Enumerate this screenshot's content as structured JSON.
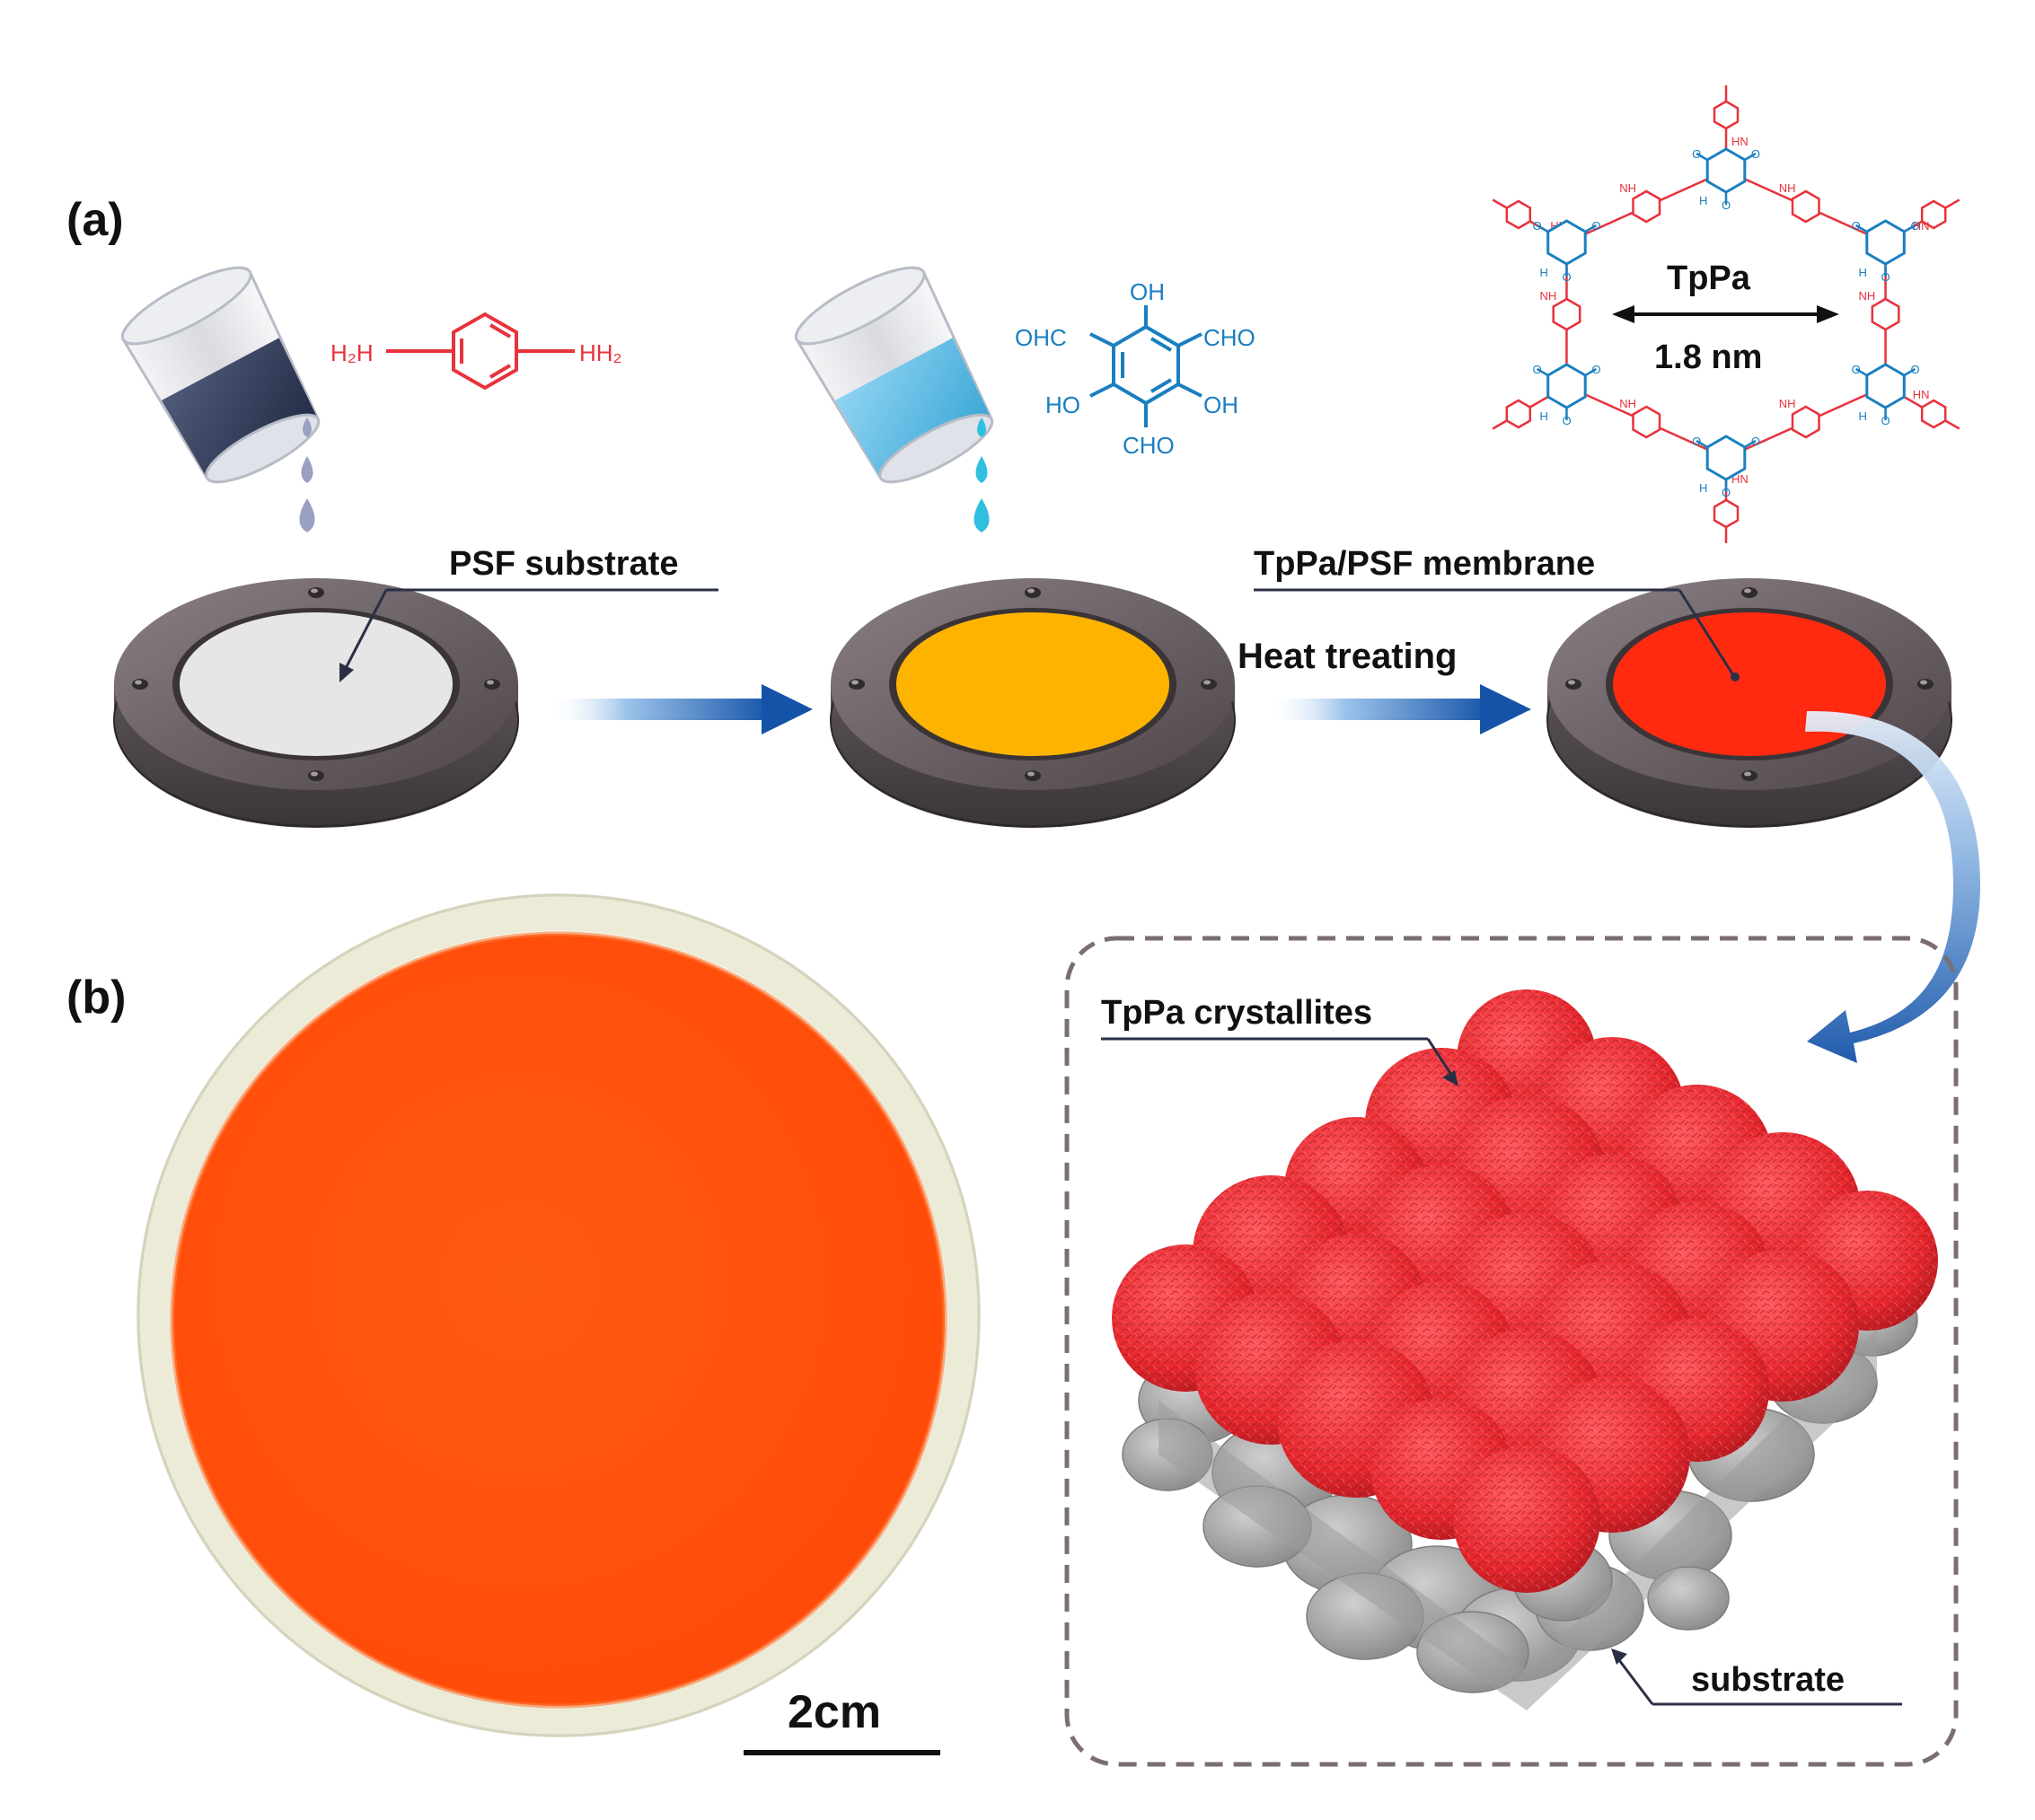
{
  "panel_labels": {
    "a": "(a)",
    "b": "(b)"
  },
  "labels": {
    "psf_substrate": "PSF substrate",
    "tppa_psf_membrane": "TpPa/PSF membrane",
    "heat_treating": "Heat treating",
    "tppa": "TpPa",
    "pore_size": "1.8 nm",
    "tppa_crystallites": "TpPa crystallites",
    "substrate": "substrate",
    "scale_bar": "2cm"
  },
  "molecules": {
    "diamine": {
      "left": "H₂H",
      "right": "HH₂"
    },
    "aldehyde": {
      "oh": "OH",
      "ohc": "OHC",
      "cho": "CHO",
      "ho": "HO"
    },
    "framework_atoms": {
      "o": "O",
      "hn": "HN",
      "nh": "NH",
      "h": "H"
    }
  },
  "colors": {
    "amine_red": "#e8323c",
    "aldehyde_blue": "#1a7fc0",
    "arrow_blue": "#1553a8",
    "substrate_grey": "#e6e6e6",
    "intermediate_orange": "#fdb300",
    "membrane_red": "#ff2a10",
    "photo_orange": "#ff5a12",
    "crystallite_red": "#ee2b33"
  }
}
